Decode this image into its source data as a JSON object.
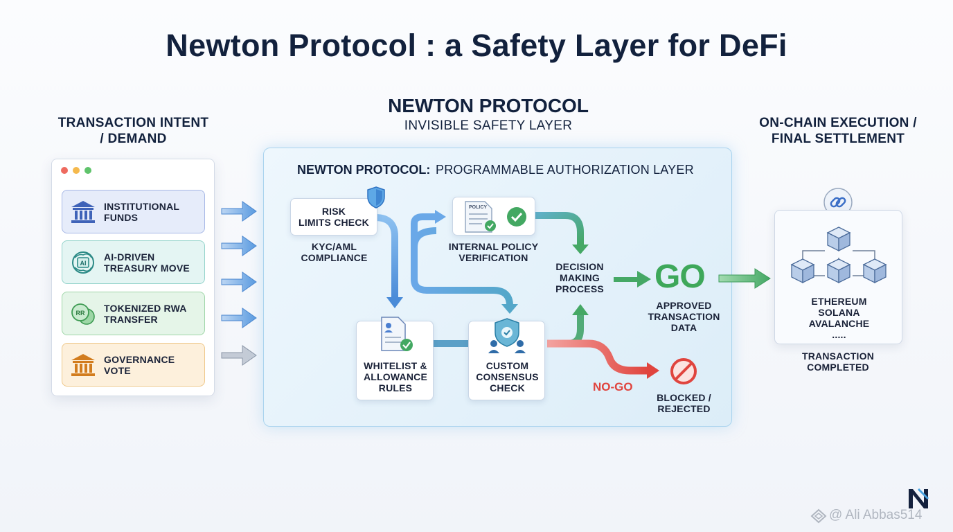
{
  "title": "Newton Protocol : a Safety Layer for DeFi",
  "left": {
    "heading_line1": "TRANSACTION INTENT",
    "heading_line2": "/ DEMAND",
    "cards": [
      {
        "line1": "INSTITUTIONAL",
        "line2": "FUNDS",
        "icon": "bank-icon"
      },
      {
        "line1": "AI-DRIVEN",
        "line2": "TREASURY MOVE",
        "icon": "ai-chip-icon"
      },
      {
        "line1": "TOKENIZED RWA",
        "line2": "TRANSFER",
        "icon": "token-coin-icon"
      },
      {
        "line1": "GOVERNANCE",
        "line2": "VOTE",
        "icon": "government-building-icon"
      }
    ]
  },
  "center": {
    "heading": "NEWTON PROTOCOL",
    "subheading": "INVISIBLE SAFETY LAYER",
    "panel_title_bold": "NEWTON PROTOCOL:",
    "panel_title_rest": "PROGRAMMABLE AUTHORIZATION LAYER",
    "risk": {
      "line1": "RISK",
      "line2": "LIMITS CHECK"
    },
    "kyc": {
      "line1": "KYC/AML",
      "line2": "COMPLIANCE"
    },
    "policy_doc_label": "POLICY",
    "policy": {
      "line1": "INTERNAL POLICY",
      "line2": "VERIFICATION"
    },
    "whitelist": {
      "line1": "WHITELIST &",
      "line2": "ALLOWANCE",
      "line3": "RULES"
    },
    "consensus": {
      "line1": "CUSTOM",
      "line2": "CONSENSUS",
      "line3": "CHECK"
    },
    "decision": {
      "line1": "DECISION",
      "line2": "MAKING",
      "line3": "PROCESS"
    },
    "go": "GO",
    "approved": {
      "line1": "APPROVED",
      "line2": "TRANSACTION",
      "line3": "DATA"
    },
    "nogo": "NO-GO",
    "blocked": {
      "line1": "BLOCKED /",
      "line2": "REJECTED"
    }
  },
  "right": {
    "heading_line1": "ON-CHAIN EXECUTION /",
    "heading_line2": "FINAL SETTLEMENT",
    "chains": [
      "ETHEREUM",
      "SOLANA",
      "AVALANCHE",
      "....."
    ],
    "completed_line1": "TRANSACTION",
    "completed_line2": "COMPLETED"
  },
  "watermark": "@ Ali Abbas514",
  "colors": {
    "blue_flow": "#5b9be0",
    "green_flow": "#45a865",
    "red_flow": "#e0443e",
    "panel_border": "#a9d3ee"
  }
}
